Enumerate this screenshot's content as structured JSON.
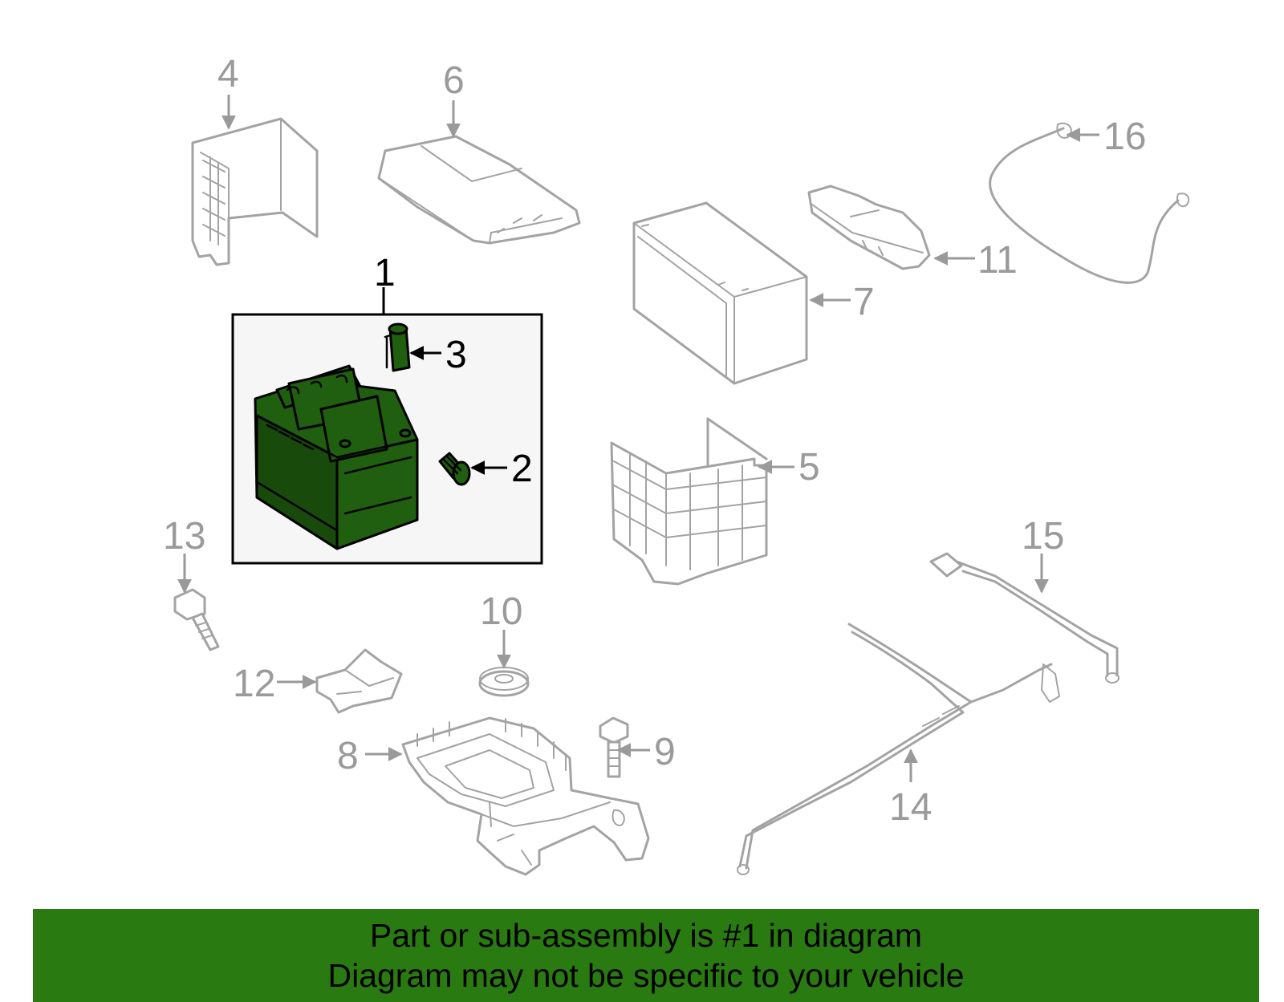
{
  "callouts": {
    "c1": "1",
    "c2": "2",
    "c3": "3",
    "c4": "4",
    "c5": "5",
    "c6": "6",
    "c7": "7",
    "c8": "8",
    "c9": "9",
    "c10": "10",
    "c11": "11",
    "c12": "12",
    "c13": "13",
    "c14": "14",
    "c15": "15",
    "c16": "16"
  },
  "banner": {
    "line1": "Part or sub-assembly is #1 in diagram",
    "line2": "Diagram may not be specific to your vehicle"
  },
  "colors": {
    "highlight_part": "#1f5f0f",
    "banner_background": "#2a7a12",
    "other_parts": "#a3a3a3"
  }
}
